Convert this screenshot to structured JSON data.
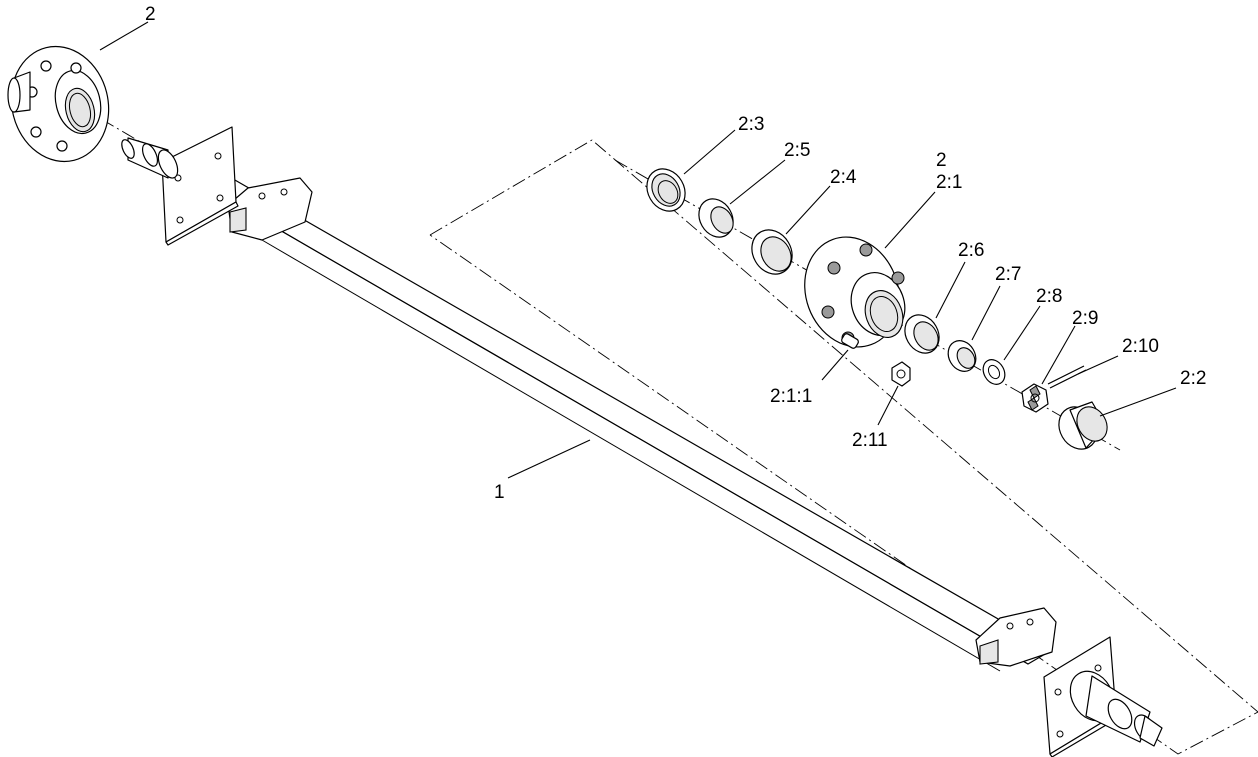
{
  "callouts": {
    "c_2_top": "2",
    "c_2_3": "2:3",
    "c_2_5": "2:5",
    "c_2_4": "2:4",
    "c_2_hub_a": "2",
    "c_2_hub_b": "2:1",
    "c_2_6": "2:6",
    "c_2_7": "2:7",
    "c_2_8": "2:8",
    "c_2_9": "2:9",
    "c_2_10": "2:10",
    "c_2_2": "2:2",
    "c_2_1_1": "2:1:1",
    "c_2_11": "2:11",
    "c_1": "1"
  },
  "parts": [
    {
      "id": "1",
      "depicted": "axle-tube"
    },
    {
      "id": "2",
      "depicted": "wheel-hub-assembly"
    },
    {
      "id": "2:1",
      "depicted": "hub"
    },
    {
      "id": "2:1:1",
      "depicted": "wheel-stud"
    },
    {
      "id": "2:2",
      "depicted": "dust-cap"
    },
    {
      "id": "2:3",
      "depicted": "grease-seal"
    },
    {
      "id": "2:4",
      "depicted": "bearing-cup"
    },
    {
      "id": "2:5",
      "depicted": "inner-bearing"
    },
    {
      "id": "2:6",
      "depicted": "bearing-cup"
    },
    {
      "id": "2:7",
      "depicted": "outer-bearing"
    },
    {
      "id": "2:8",
      "depicted": "washer"
    },
    {
      "id": "2:9",
      "depicted": "castle-nut"
    },
    {
      "id": "2:10",
      "depicted": "cotter-pin"
    },
    {
      "id": "2:11",
      "depicted": "wheel-nut"
    }
  ]
}
